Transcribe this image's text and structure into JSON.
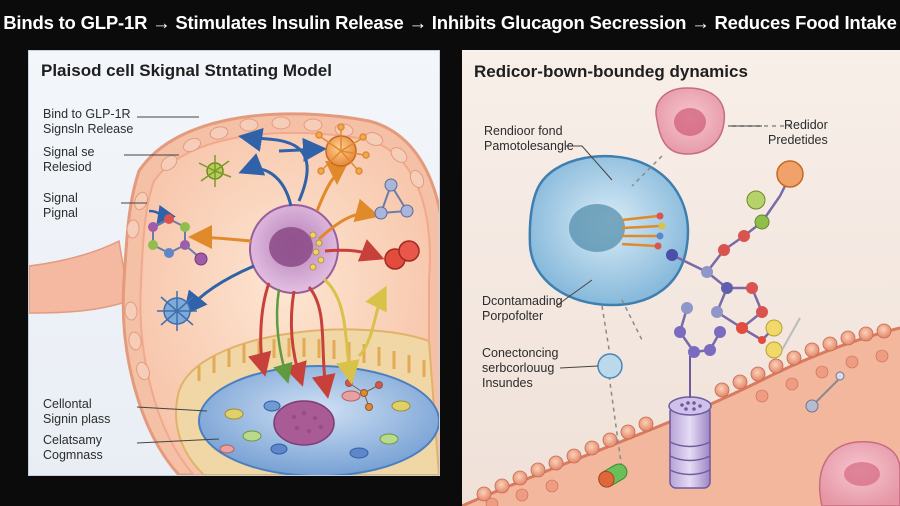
{
  "headline": "Binds to GLP-1R → Stimulates Insulin Release → Inhibits Glucagon Secression → Reduces Food Intake",
  "left_panel": {
    "title": "Plaisod cell Skignal Stntating Model",
    "labels": [
      {
        "line1": "Bind to GLP-1R",
        "line2": "Signsln Release"
      },
      {
        "line1": "Signal se",
        "line2": "Relesiod"
      },
      {
        "line1": "Signal",
        "line2": "Pignal"
      },
      {
        "line1": "Cellontal",
        "line2": "Signin plass"
      },
      {
        "line1": "Celatsamy",
        "line2": "Cogmnass"
      }
    ]
  },
  "right_panel": {
    "title": "Redicor-bown-boundeg dynamics",
    "labels": [
      {
        "line1": "Rendioor fond",
        "line2": "Pamotolesangle"
      },
      {
        "line1": "Redidor",
        "line2": "Predetides"
      },
      {
        "line1": "Dcontamading",
        "line2": "Porpofolter"
      },
      {
        "line1": "Conectoncing",
        "line2": "serbcorlouug",
        "line3": "Insundes"
      }
    ]
  },
  "colors": {
    "background": "#0b0b0b",
    "cell_membrane": "#f2b49a",
    "nucleus": "#4a7fc1",
    "arrow_blue": "#2f62a8",
    "arrow_red": "#c8403a",
    "arrow_orange": "#e08a2b",
    "arrow_yellow": "#d8c24a"
  }
}
